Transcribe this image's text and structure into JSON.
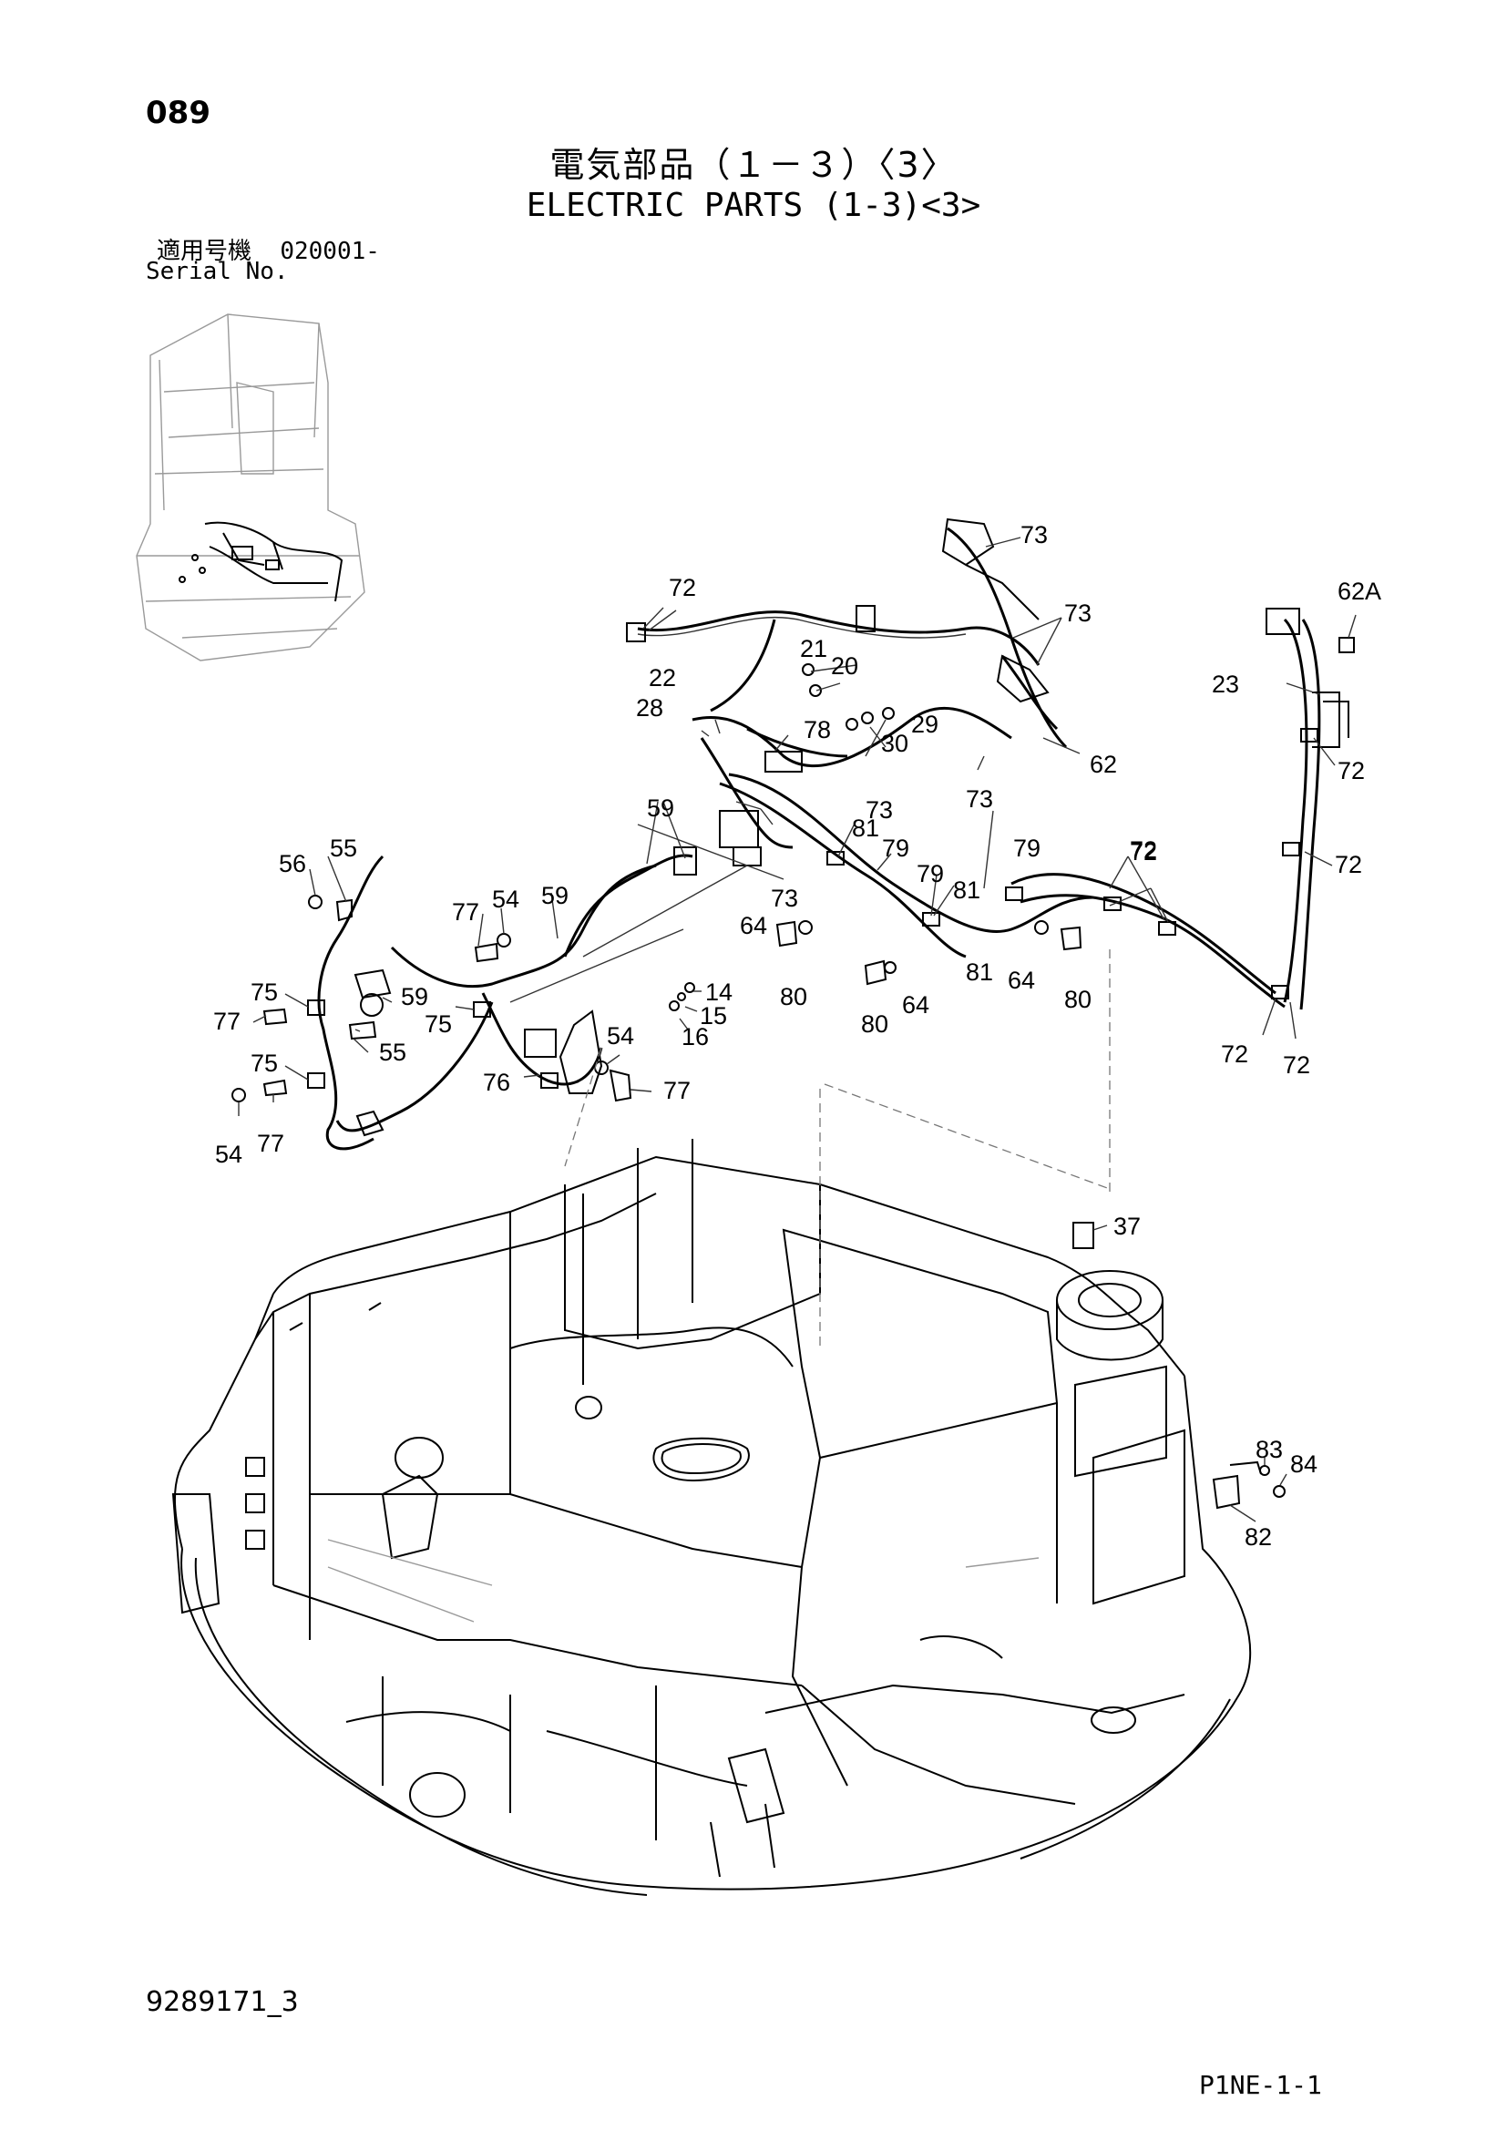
{
  "header": {
    "page_number": "089",
    "title_ja": "電気部品（１－３）〈3〉",
    "title_en": "ELECTRIC PARTS (1-3)<3>",
    "serial_label_ja": "適用号機",
    "serial_value": "020001-",
    "serial_label_en": "Serial No."
  },
  "callouts": {
    "c73a": "73",
    "c73b": "73",
    "c73c": "73",
    "c73d": "73",
    "c73e": "73",
    "c72a": "72",
    "c72b": "72",
    "c72c": "72",
    "c72d": "72",
    "c72e": "72",
    "c72f": "72",
    "c62a": "62A",
    "c62": "62",
    "c23": "23",
    "c21": "21",
    "c20": "20",
    "c22": "22",
    "c28": "28",
    "c78": "78",
    "c29": "29",
    "c30": "30",
    "c59a": "59",
    "c59b": "59",
    "c59c": "59",
    "c81a": "81",
    "c81b": "81",
    "c81c": "81",
    "c79a": "79",
    "c79b": "79",
    "c79c": "79",
    "c64a": "64",
    "c64b": "64",
    "c64c": "64",
    "c80a": "80",
    "c80b": "80",
    "c80c": "80",
    "c55a": "55",
    "c55b": "55",
    "c56": "56",
    "c77a": "77",
    "c77b": "77",
    "c77c": "77",
    "c77d": "77",
    "c54a": "54",
    "c54b": "54",
    "c54c": "54",
    "c75a": "75",
    "c75b": "75",
    "c75c": "75",
    "c76": "76",
    "c14": "14",
    "c15": "15",
    "c16": "16",
    "c37": "37",
    "c83": "83",
    "c84": "84",
    "c82": "82"
  },
  "footer": {
    "drawing_number": "9289171_3",
    "model_code": "P1NE-1-1"
  }
}
